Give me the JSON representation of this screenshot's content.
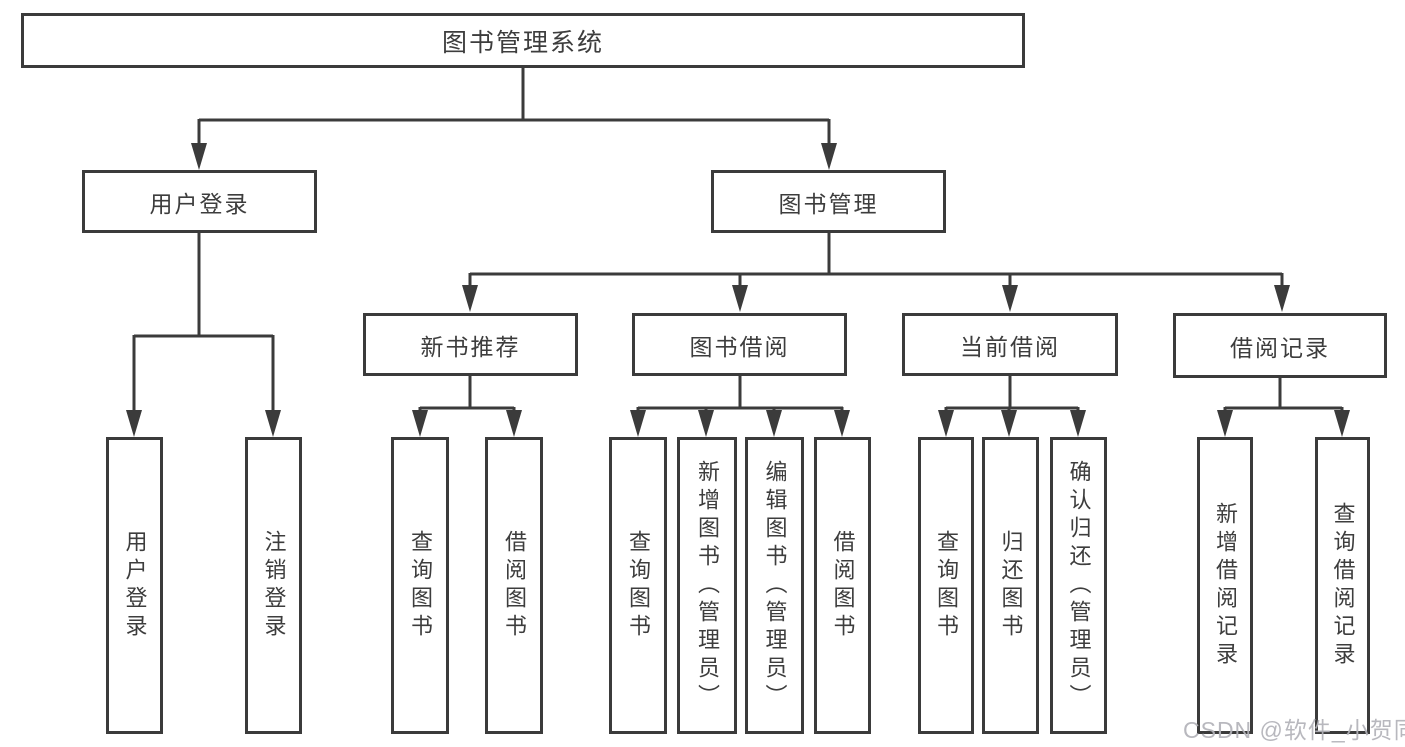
{
  "watermark": "CSDN @软件_小贺同学",
  "colors": {
    "line": "#3b3b3b",
    "box_border": "#3b3b3b",
    "box_background": "#ffffff",
    "text": "#3d3d3d",
    "watermark": "#b3b3b9"
  },
  "tree": {
    "root": "图书管理系统",
    "groups": [
      {
        "label": "用户登录",
        "children": [
          "用户登录",
          "注销登录"
        ]
      },
      {
        "label": "图书管理",
        "sections": [
          {
            "label": "新书推荐",
            "children": [
              "查询图书",
              "借阅图书"
            ]
          },
          {
            "label": "图书借阅",
            "children": [
              "查询图书",
              "新增图书（管理员）",
              "编辑图书（管理员）",
              "借阅图书"
            ]
          },
          {
            "label": "当前借阅",
            "children": [
              "查询图书",
              "归还图书",
              "确认归还（管理员）"
            ]
          },
          {
            "label": "借阅记录",
            "children": [
              "新增借阅记录",
              "查询借阅记录"
            ]
          }
        ]
      }
    ]
  }
}
